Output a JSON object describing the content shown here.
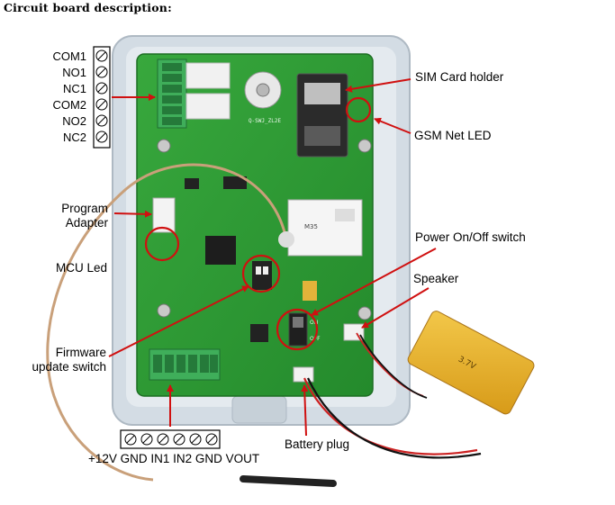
{
  "title": "Circuit board description:",
  "relay_terminals": [
    "COM1",
    "NO1",
    "NC1",
    "COM2",
    "NO2",
    "NC2"
  ],
  "labels": {
    "sim_card_holder": "SIM Card holder",
    "gsm_net_led": "GSM Net LED",
    "program_adapter_line1": "Program",
    "program_adapter_line2": "Adapter",
    "mcu_led": "MCU Led",
    "power_switch": "Power On/Off switch",
    "speaker": "Speaker",
    "firmware_switch_line1": "Firmware",
    "firmware_switch_line2": "update switch",
    "battery_plug": "Battery plug",
    "input_terminals": "+12V GND IN1 IN2 GND VOUT"
  },
  "board_text": {
    "silkscreen": "Q-SWJ_ZL2E",
    "switch_on": "ON",
    "switch_off": "OFF",
    "module": "M35",
    "battery": "3.7V"
  },
  "colors": {
    "pcb": "#2f9a36",
    "enclosure": "#c9d3dc",
    "highlight": "#d01010",
    "arrow": "#d01010"
  }
}
